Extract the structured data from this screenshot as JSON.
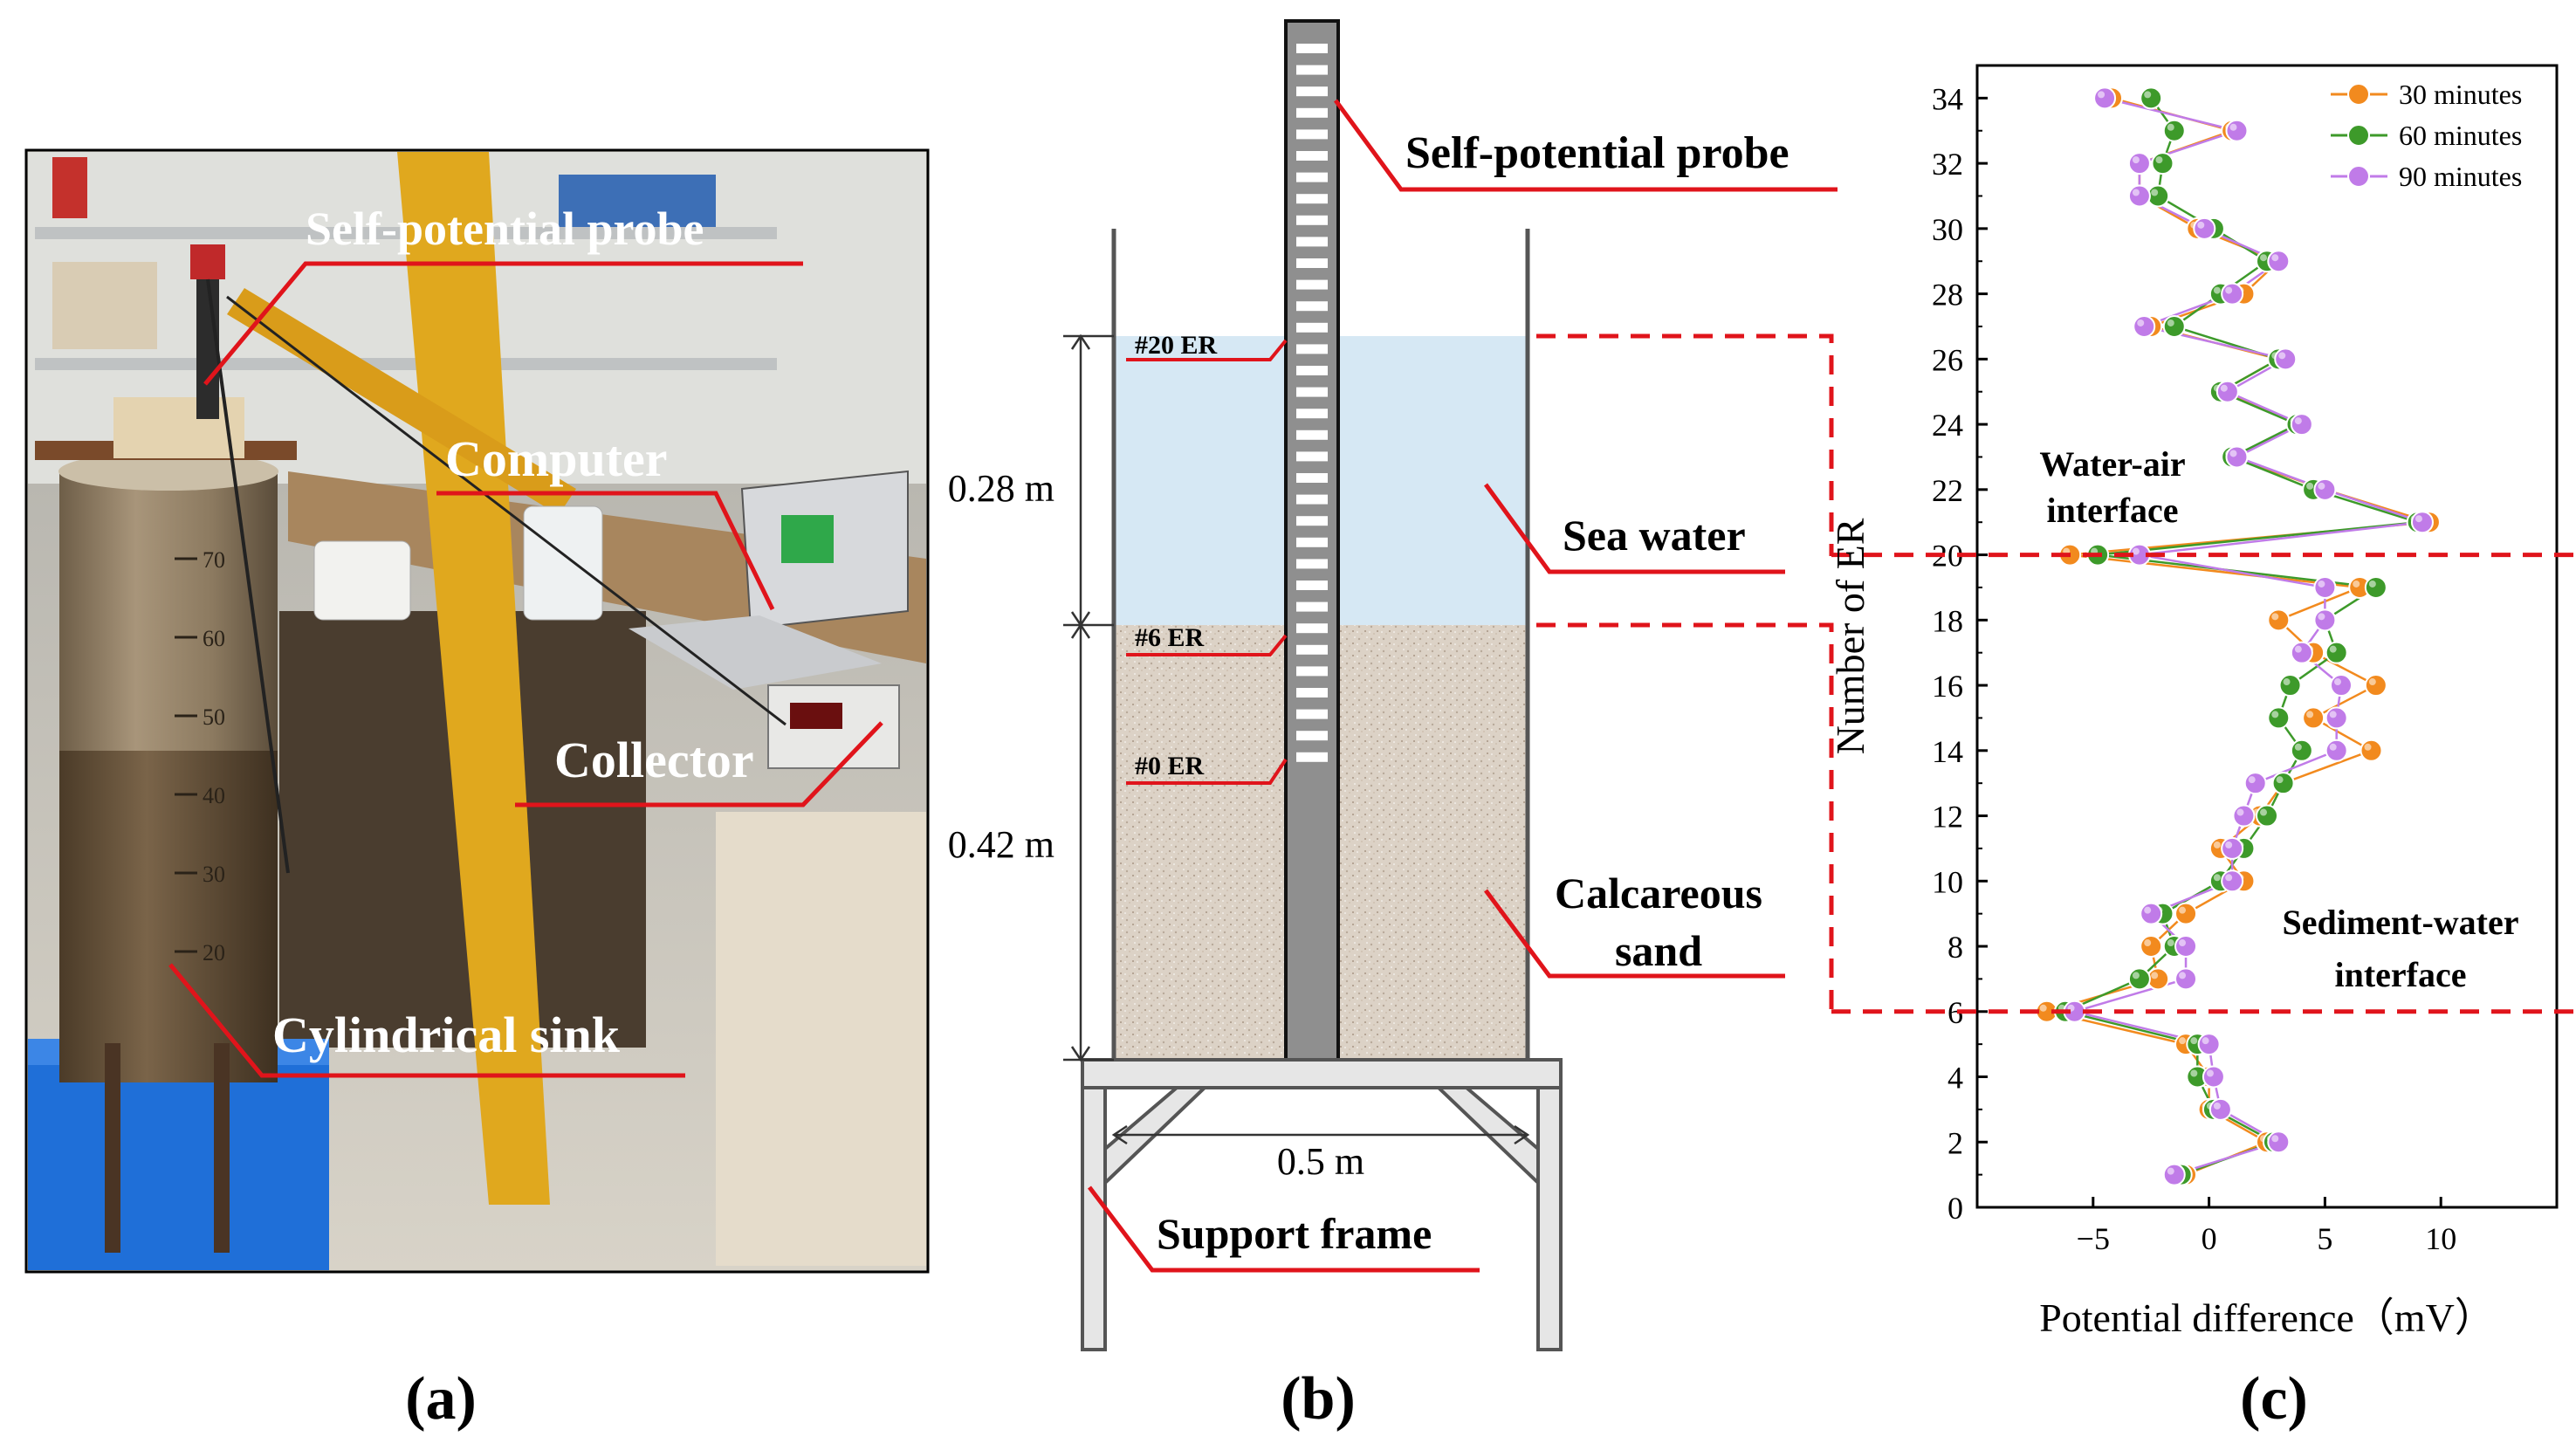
{
  "panel_a": {
    "caption": "(a)",
    "labels": {
      "probe": "Self-potential probe",
      "computer": "Computer",
      "collector": "Collector",
      "sink": "Cylindrical sink"
    },
    "sink_scale_marks": [
      "70",
      "60",
      "50",
      "40",
      "30",
      "20"
    ]
  },
  "panel_b": {
    "caption": "(b)",
    "labels": {
      "probe": "Self-potential probe",
      "sea_water": "Sea water",
      "calcareous_1": "Calcareous",
      "calcareous_2": "sand",
      "support": "Support frame",
      "er20": "#20 ER",
      "er6": "#6 ER",
      "er0": "#0 ER",
      "dim_water": "0.28 m",
      "dim_sand": "0.42 m",
      "dim_width": "0.5 m"
    },
    "colors": {
      "water": "#d6e8f4",
      "sand": "#d9cfc4",
      "leader": "#e0141b"
    }
  },
  "panel_c": {
    "caption": "(c)",
    "annotations": {
      "water_air_1": "Water-air",
      "water_air_2": "interface",
      "sed_water_1": "Sediment-water",
      "sed_water_2": "interface"
    }
  },
  "chart_data": {
    "type": "scatter",
    "xlabel": "Potential difference（mV）",
    "ylabel": "Number of ER",
    "xlim": [
      -10,
      15
    ],
    "ylim": [
      0,
      35
    ],
    "x_ticks": [
      -5,
      0,
      5,
      10
    ],
    "y_ticks": [
      0,
      2,
      4,
      6,
      8,
      10,
      12,
      14,
      16,
      18,
      20,
      22,
      24,
      26,
      28,
      30,
      32,
      34
    ],
    "legend_position": "top-right",
    "reference_lines": [
      20,
      6
    ],
    "series": [
      {
        "name": "30 minutes",
        "color": "#f28a1e",
        "y": [
          1,
          2,
          3,
          4,
          5,
          6,
          7,
          8,
          9,
          10,
          11,
          12,
          13,
          14,
          15,
          16,
          17,
          18,
          19,
          20,
          21,
          22,
          23,
          24,
          25,
          26,
          27,
          28,
          29,
          30,
          31,
          32,
          33,
          34
        ],
        "x": [
          -1.0,
          2.5,
          0.0,
          0.0,
          -1.0,
          -7.0,
          -2.2,
          -2.5,
          -1.0,
          1.5,
          0.5,
          2.2,
          3.2,
          7.0,
          4.5,
          7.2,
          4.5,
          3.0,
          6.5,
          -6.0,
          9.5,
          5.0,
          1.0,
          4.0,
          0.5,
          3.0,
          -2.5,
          1.5,
          3.0,
          -0.5,
          -3.0,
          -3.0,
          1.0,
          -4.2
        ]
      },
      {
        "name": "60 minutes",
        "color": "#3d9a2a",
        "y": [
          1,
          2,
          3,
          4,
          5,
          6,
          7,
          8,
          9,
          10,
          11,
          12,
          13,
          14,
          15,
          16,
          17,
          18,
          19,
          20,
          21,
          22,
          23,
          24,
          25,
          26,
          27,
          28,
          29,
          30,
          31,
          32,
          33,
          34
        ],
        "x": [
          -1.2,
          2.8,
          0.2,
          -0.5,
          -0.5,
          -6.2,
          -3.0,
          -1.5,
          -2.0,
          0.5,
          1.5,
          2.5,
          3.2,
          4.0,
          3.0,
          3.5,
          5.5,
          5.0,
          7.2,
          -4.8,
          9.0,
          4.5,
          1.0,
          3.8,
          0.5,
          3.0,
          -1.5,
          0.5,
          2.5,
          0.2,
          -2.2,
          -2.0,
          -1.5,
          -2.5
        ]
      },
      {
        "name": "90 minutes",
        "color": "#c07be8",
        "y": [
          1,
          2,
          3,
          4,
          5,
          6,
          7,
          8,
          9,
          10,
          11,
          12,
          13,
          14,
          15,
          16,
          17,
          18,
          19,
          20,
          21,
          22,
          23,
          24,
          25,
          26,
          27,
          28,
          29,
          30,
          31,
          32,
          33,
          34
        ],
        "x": [
          -1.5,
          3.0,
          0.5,
          0.2,
          0.0,
          -5.8,
          -1.0,
          -1.0,
          -2.5,
          1.0,
          1.0,
          1.5,
          2.0,
          5.5,
          5.5,
          5.7,
          4.0,
          5.0,
          5.0,
          -3.0,
          9.2,
          5.0,
          1.2,
          4.0,
          0.8,
          3.3,
          -2.8,
          1.0,
          3.0,
          -0.2,
          -3.0,
          -3.0,
          1.2,
          -4.5
        ]
      }
    ]
  }
}
